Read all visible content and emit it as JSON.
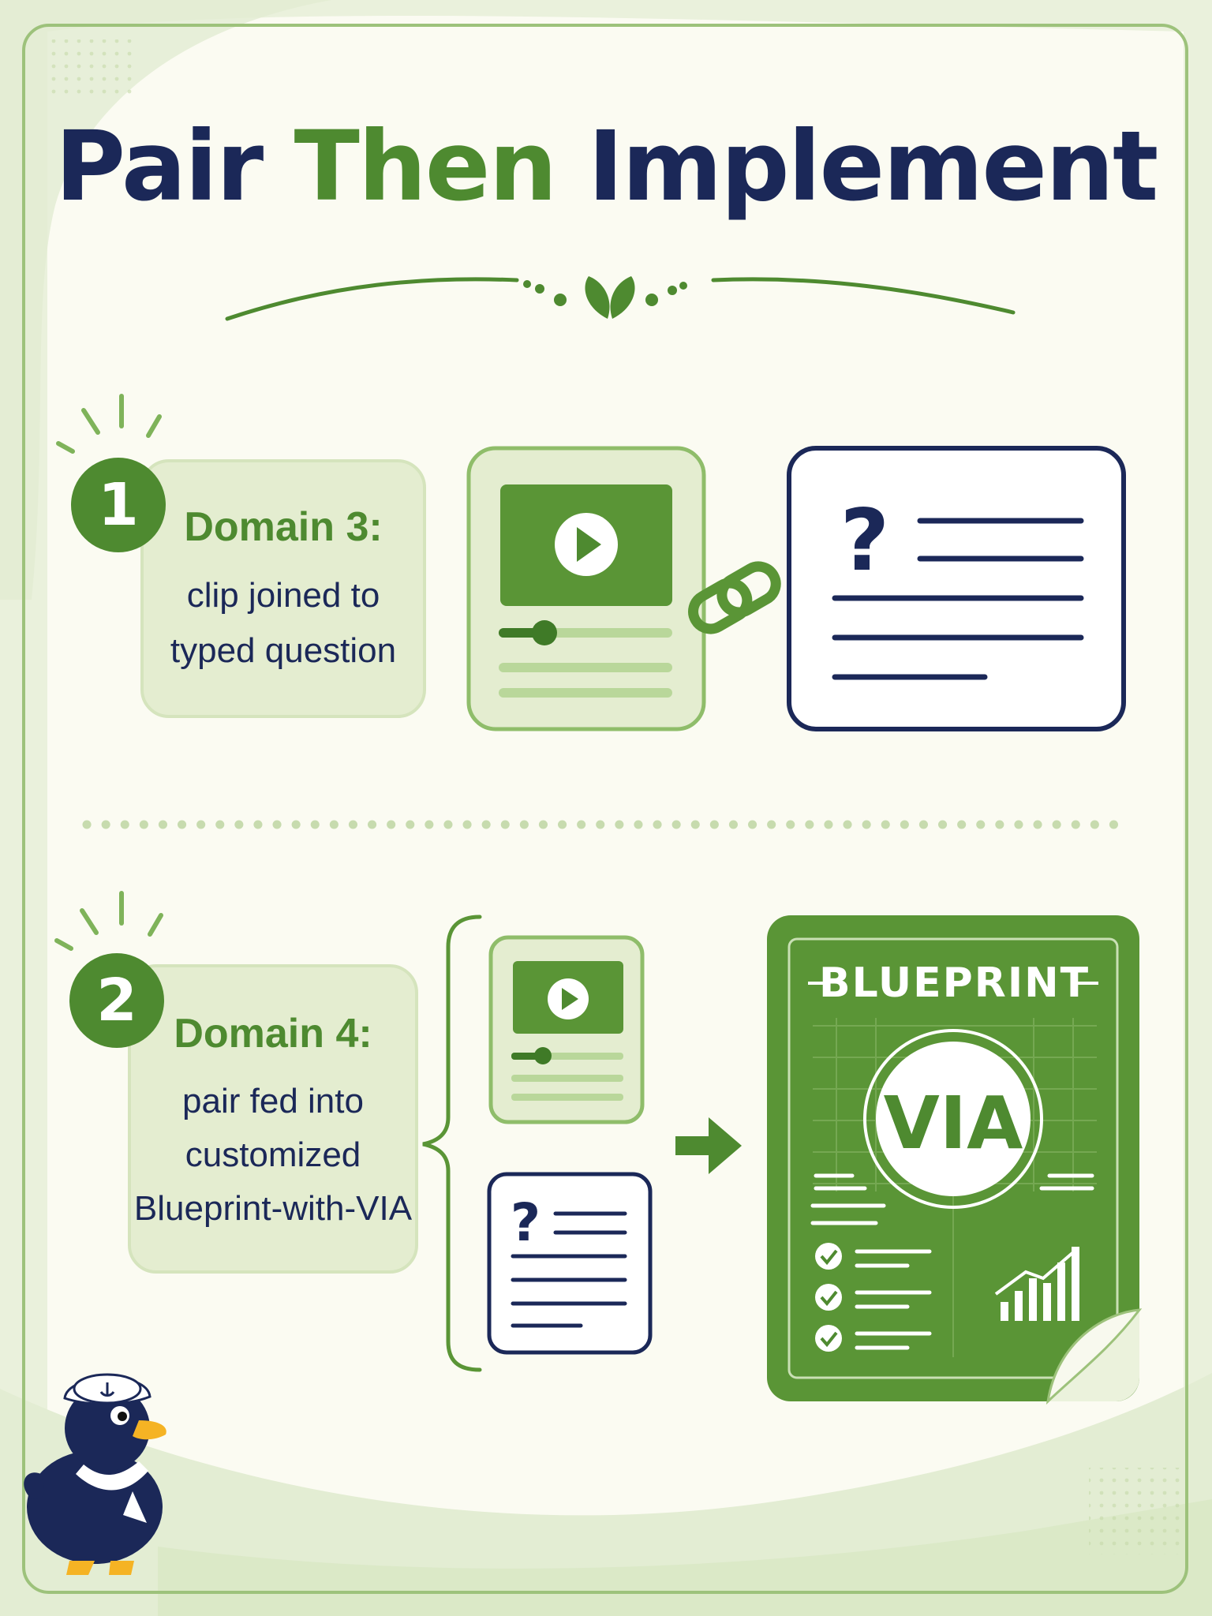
{
  "title": {
    "part1": "Pair",
    "part2": "Then",
    "part3": "Implement"
  },
  "steps": [
    {
      "number": "1",
      "heading": "Domain 3:",
      "lines": [
        "clip joined to",
        "typed question"
      ]
    },
    {
      "number": "2",
      "heading": "Domain 4:",
      "lines": [
        "pair fed into",
        "customized",
        "Blueprint-with-VIA"
      ]
    }
  ],
  "blueprint": {
    "label": "BLUEPRINT",
    "badge": "VIA"
  },
  "colors": {
    "accent": "#4e8a30",
    "navy": "#1b2858",
    "panel": "#e4edd0",
    "background": "#fbfbf2"
  }
}
